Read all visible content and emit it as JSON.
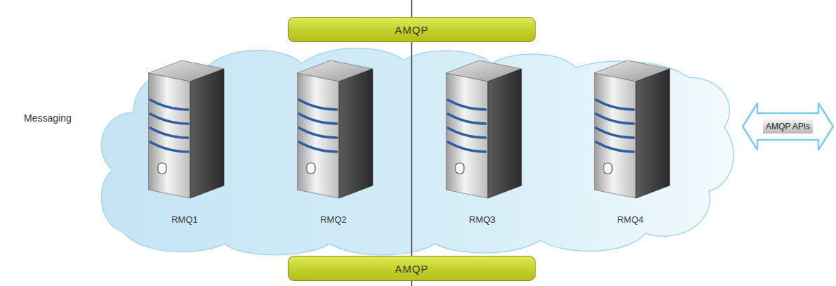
{
  "diagram": {
    "nodes": [
      {
        "text": [
          "AMQP"
        ]
      },
      {
        "text": [
          "RMQ1"
        ]
      },
      {
        "text": [
          "RMQ2"
        ]
      },
      {
        "text": [
          "RMQ3"
        ]
      },
      {
        "text": [
          "RMQ4"
        ]
      },
      {
        "text": [
          "AMQP APIs"
        ]
      },
      {
        "text": [
          "AMQP"
        ]
      }
    ],
    "edges": [
      {
        "from": 0,
        "to": 6,
        "arrow": "none"
      }
    ],
    "labels": [
      "Messaging"
    ]
  }
}
